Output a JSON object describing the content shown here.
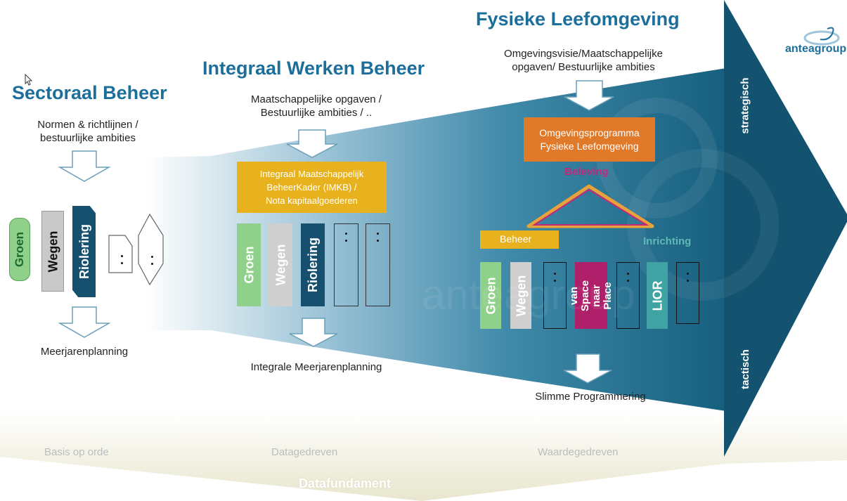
{
  "columns": {
    "sectoraal": {
      "title": "Sectoraal Beheer",
      "input_text": "Normen & richtlijnen /\nbestuurlijke ambities",
      "boxes": [
        "Groen",
        "Wegen",
        "Riolering"
      ],
      "output_text": "Meerjarenplanning",
      "footer": "Basis op orde"
    },
    "integraal": {
      "title": "Integraal Werken Beheer",
      "input_text": "Maatschappelijke opgaven /\nBestuurlijke ambities  / ..",
      "framework_box": "Integraal Maatschappelijk\nBeheerKader (IMKB)  /\nNota kapitaalgoederen",
      "boxes": [
        "Groen",
        "Wegen",
        "Riolering"
      ],
      "output_text": "Integrale Meerjarenplanning",
      "footer": "Datagedreven"
    },
    "fysiek": {
      "title": "Fysieke Leefomgeving",
      "input_text": "Omgevingsvisie/Maatschappelijke\nopgaven/ Bestuurlijke ambities",
      "program_box": "Omgevingsprogramma\nFysieke Leefomgeving",
      "triangle": {
        "top": "Beleving",
        "left": "Beheer",
        "right": "Inrichting"
      },
      "boxes": [
        "Groen",
        "Wegen",
        "van Space\nnaar Place",
        "LIOR"
      ],
      "output_text": "Slimme Programmering",
      "footer": "Waardegedreven"
    }
  },
  "arrow_labels": {
    "strategic": "strategisch",
    "tactical": "tactisch"
  },
  "base_label": "Datafundament",
  "logo_text": "anteagroup",
  "watermark_text": "anteagroup",
  "colors": {
    "title_blue": "#1d6f9b",
    "arrow_dark": "#14536f",
    "groen": "#7cc47c",
    "wegen": "#c8c8c8",
    "riolering": "#174f6f",
    "framework_yellow": "#e8b21f",
    "program_orange": "#e07a2a",
    "beleving": "#c2297a",
    "inrichting": "#5fb9b4",
    "space_place": "#b01f6a",
    "lior": "#3fa3a3"
  }
}
